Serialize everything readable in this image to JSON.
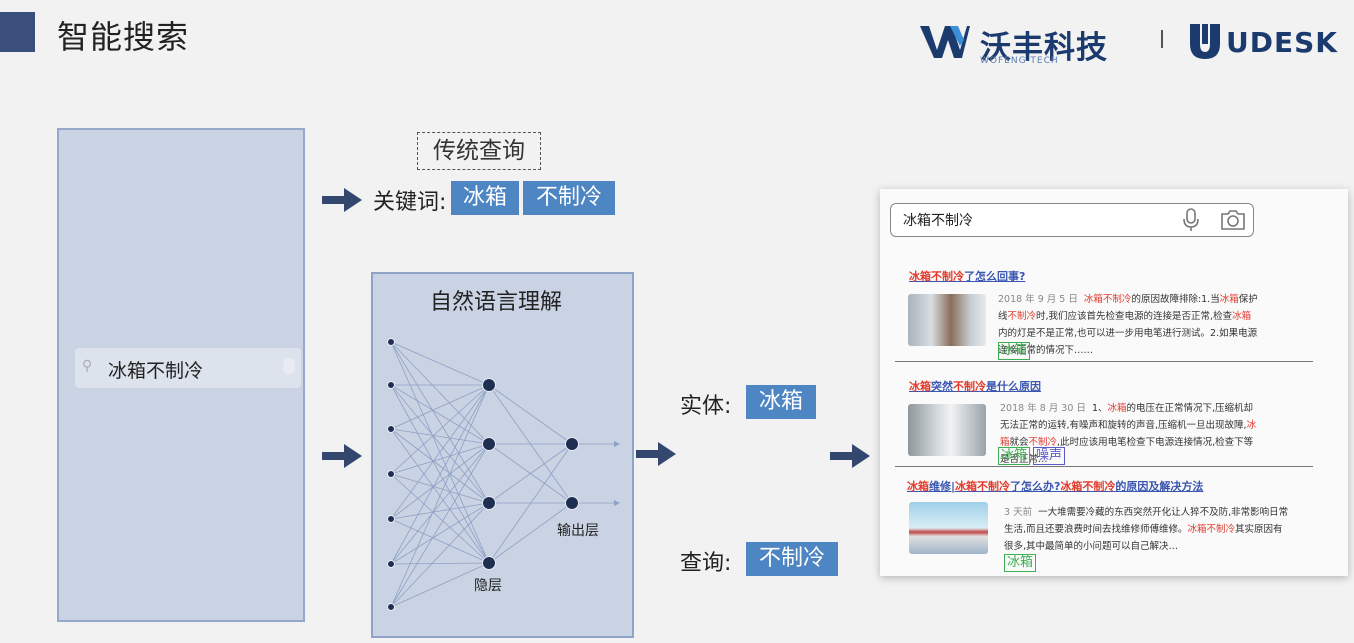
{
  "header": {
    "title": "智能搜索",
    "logo_wofeng": "沃丰科技",
    "logo_wofeng_sub": "WOFENG TECH",
    "logo_udesk": "UDESK"
  },
  "input": {
    "query": "冰箱不制冷"
  },
  "traditional": {
    "label": "传统查询",
    "keyword_label": "关键词:",
    "keywords": [
      "冰箱",
      "不制冷"
    ]
  },
  "nlu": {
    "title": "自然语言理解",
    "hidden_layer_label": "隐层",
    "output_layer_label": "输出层"
  },
  "extraction": {
    "entity_label": "实体:",
    "entity_value": "冰箱",
    "query_label": "查询:",
    "query_value": "不制冷"
  },
  "results": {
    "search_text": "冰箱不制冷",
    "items": [
      {
        "title": "冰箱不制冷了怎么回事?",
        "date": "2018 年 9 月 5 日",
        "body": "冰箱不制冷的原因故障排除:1.当冰箱保护线不制冷时,我们应该首先检查电源的连接是否正常,检查冰箱内的灯是不是正常,也可以进一步用电笔进行测试。2.如果电源连接正常的情况下……",
        "tags": [
          "冰箱"
        ]
      },
      {
        "title": "冰箱突然不制冷是什么原因",
        "date": "2018 年 8 月 30 日",
        "body": "1、冰箱的电压在正常情况下,压缩机却无法正常的运转,有噪声和旋转的声音,压缩机一旦出现故障,冰箱就会不制冷,此时应该用电笔检查下电源连接情况,检查下等是否正常…",
        "tags": [
          "冰箱",
          "噪声"
        ]
      },
      {
        "title": "冰箱维修|冰箱不制冷了怎么办?冰箱不制冷的原因及解决方法",
        "date": "3 天前",
        "body": "一大堆需要冷藏的东西突然开化让人猝不及防,非常影响日常生活,而且还要浪费时间去找维修师傅维修。冰箱不制冷其实原因有很多,其中最简单的小问题可以自己解决…",
        "tags": [
          "冰箱"
        ]
      }
    ]
  },
  "colors": {
    "accent": "#4e85c3",
    "panel": "#c9d3e3",
    "highlight": "#e23b2e",
    "link": "#3a56b0",
    "arrow": "#33476f"
  }
}
